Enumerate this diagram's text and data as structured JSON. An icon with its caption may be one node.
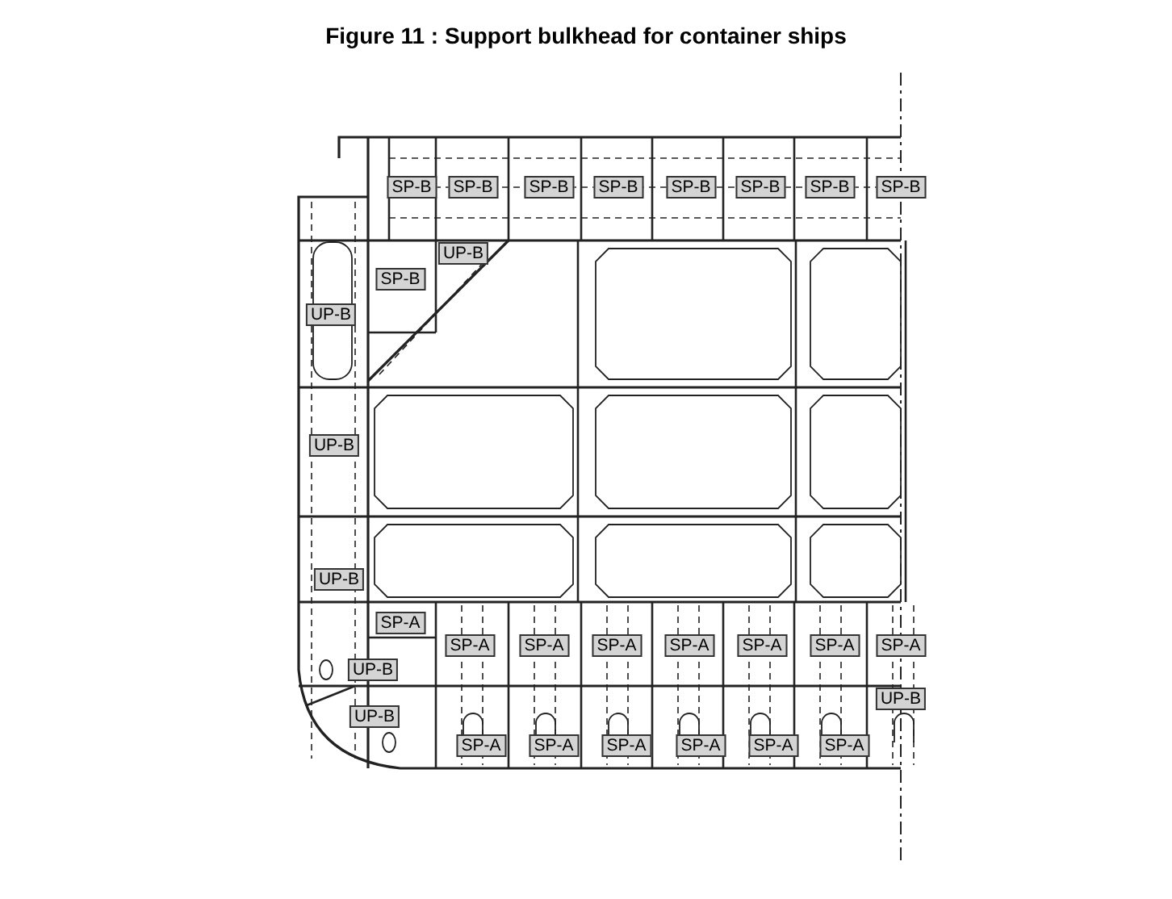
{
  "diagram": {
    "title": "Figure 11 : Support bulkhead for container ships",
    "labels": [
      "SP-B",
      "SP-B",
      "SP-B",
      "SP-B",
      "SP-B",
      "SP-B",
      "SP-B",
      "SP-B",
      "UP-B",
      "SP-B",
      "UP-B",
      "UP-B",
      "UP-B",
      "SP-A",
      "SP-A",
      "SP-A",
      "SP-A",
      "SP-A",
      "SP-A",
      "SP-A",
      "SP-A",
      "UP-B",
      "UP-B",
      "UP-B",
      "SP-A",
      "SP-A",
      "SP-A",
      "SP-A",
      "SP-A",
      "SP-A"
    ]
  }
}
